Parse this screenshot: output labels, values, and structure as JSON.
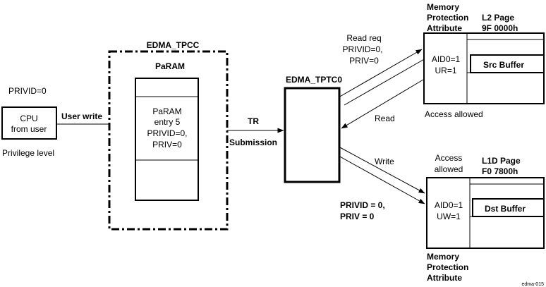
{
  "cpu": {
    "privid_label": "PRIVID=0",
    "line1": "CPU",
    "line2": "from user",
    "privilege_label": "Privilege level"
  },
  "user_write_label": "User write",
  "tpcc": {
    "title": "EDMA_TPCC",
    "param_title": "PaRAM",
    "entry_lines": [
      "PaRAM",
      "entry 5",
      "PRIVID=0,",
      "PRIV=0"
    ]
  },
  "tr_label": "TR",
  "submission_label": "Submission",
  "tptc": {
    "title": "EDMA_TPTC0"
  },
  "read_req": [
    "Read req",
    "PRIVID=0,",
    "PRIV=0"
  ],
  "read_label": "Read",
  "write_label": "Write",
  "write_priv": [
    "PRIVID = 0,",
    "PRIV = 0"
  ],
  "l2": {
    "mpa_title": [
      "Memory",
      "Protection",
      "Attribute"
    ],
    "page_title": [
      "L2 Page",
      "9F 0000h"
    ],
    "attr_lines": [
      "AID0=1",
      "UR=1"
    ],
    "buffer_label": "Src Buffer",
    "access_label": "Access allowed"
  },
  "l1d": {
    "access_label": [
      "Access",
      "allowed"
    ],
    "page_title": [
      "L1D Page",
      "F0 7800h"
    ],
    "attr_lines": [
      "AID0=1",
      "UW=1"
    ],
    "buffer_label": "Dst  Buffer",
    "mpa_title": [
      "Memory",
      "Protection",
      "Attribute"
    ]
  },
  "figure_id": "edma-015"
}
